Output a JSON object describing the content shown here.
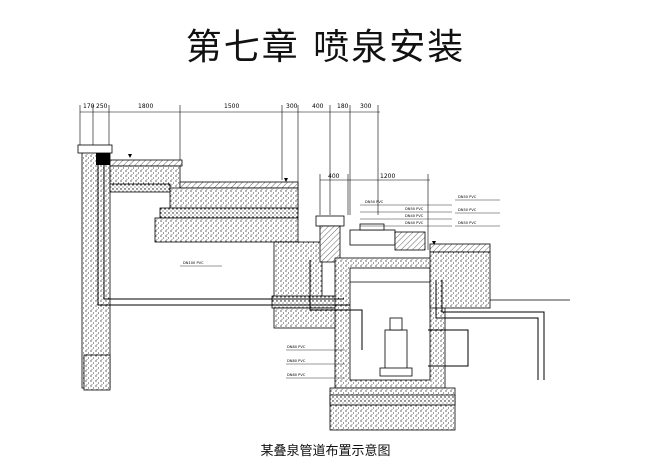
{
  "title": "第七章 喷泉安装",
  "caption": "某叠泉管道布置示意图",
  "top_dimensions": [
    "170",
    "250",
    "1800",
    "1500",
    "300",
    "400",
    "180",
    "300"
  ],
  "secondary_dimensions": [
    "400",
    "1200"
  ],
  "annotations": {
    "top_right": [
      "DN50 PVC",
      "DN50 PVC",
      "DN40 PVC",
      "DN40 PVC"
    ],
    "right_side": [
      "DN50 PVC",
      "DN50 PVC",
      "DN50 PVC"
    ],
    "lower_left": [
      "DN80 PVC",
      "DN80 PVC",
      "DN80 PVC"
    ],
    "middle": "DN100 PVC"
  }
}
